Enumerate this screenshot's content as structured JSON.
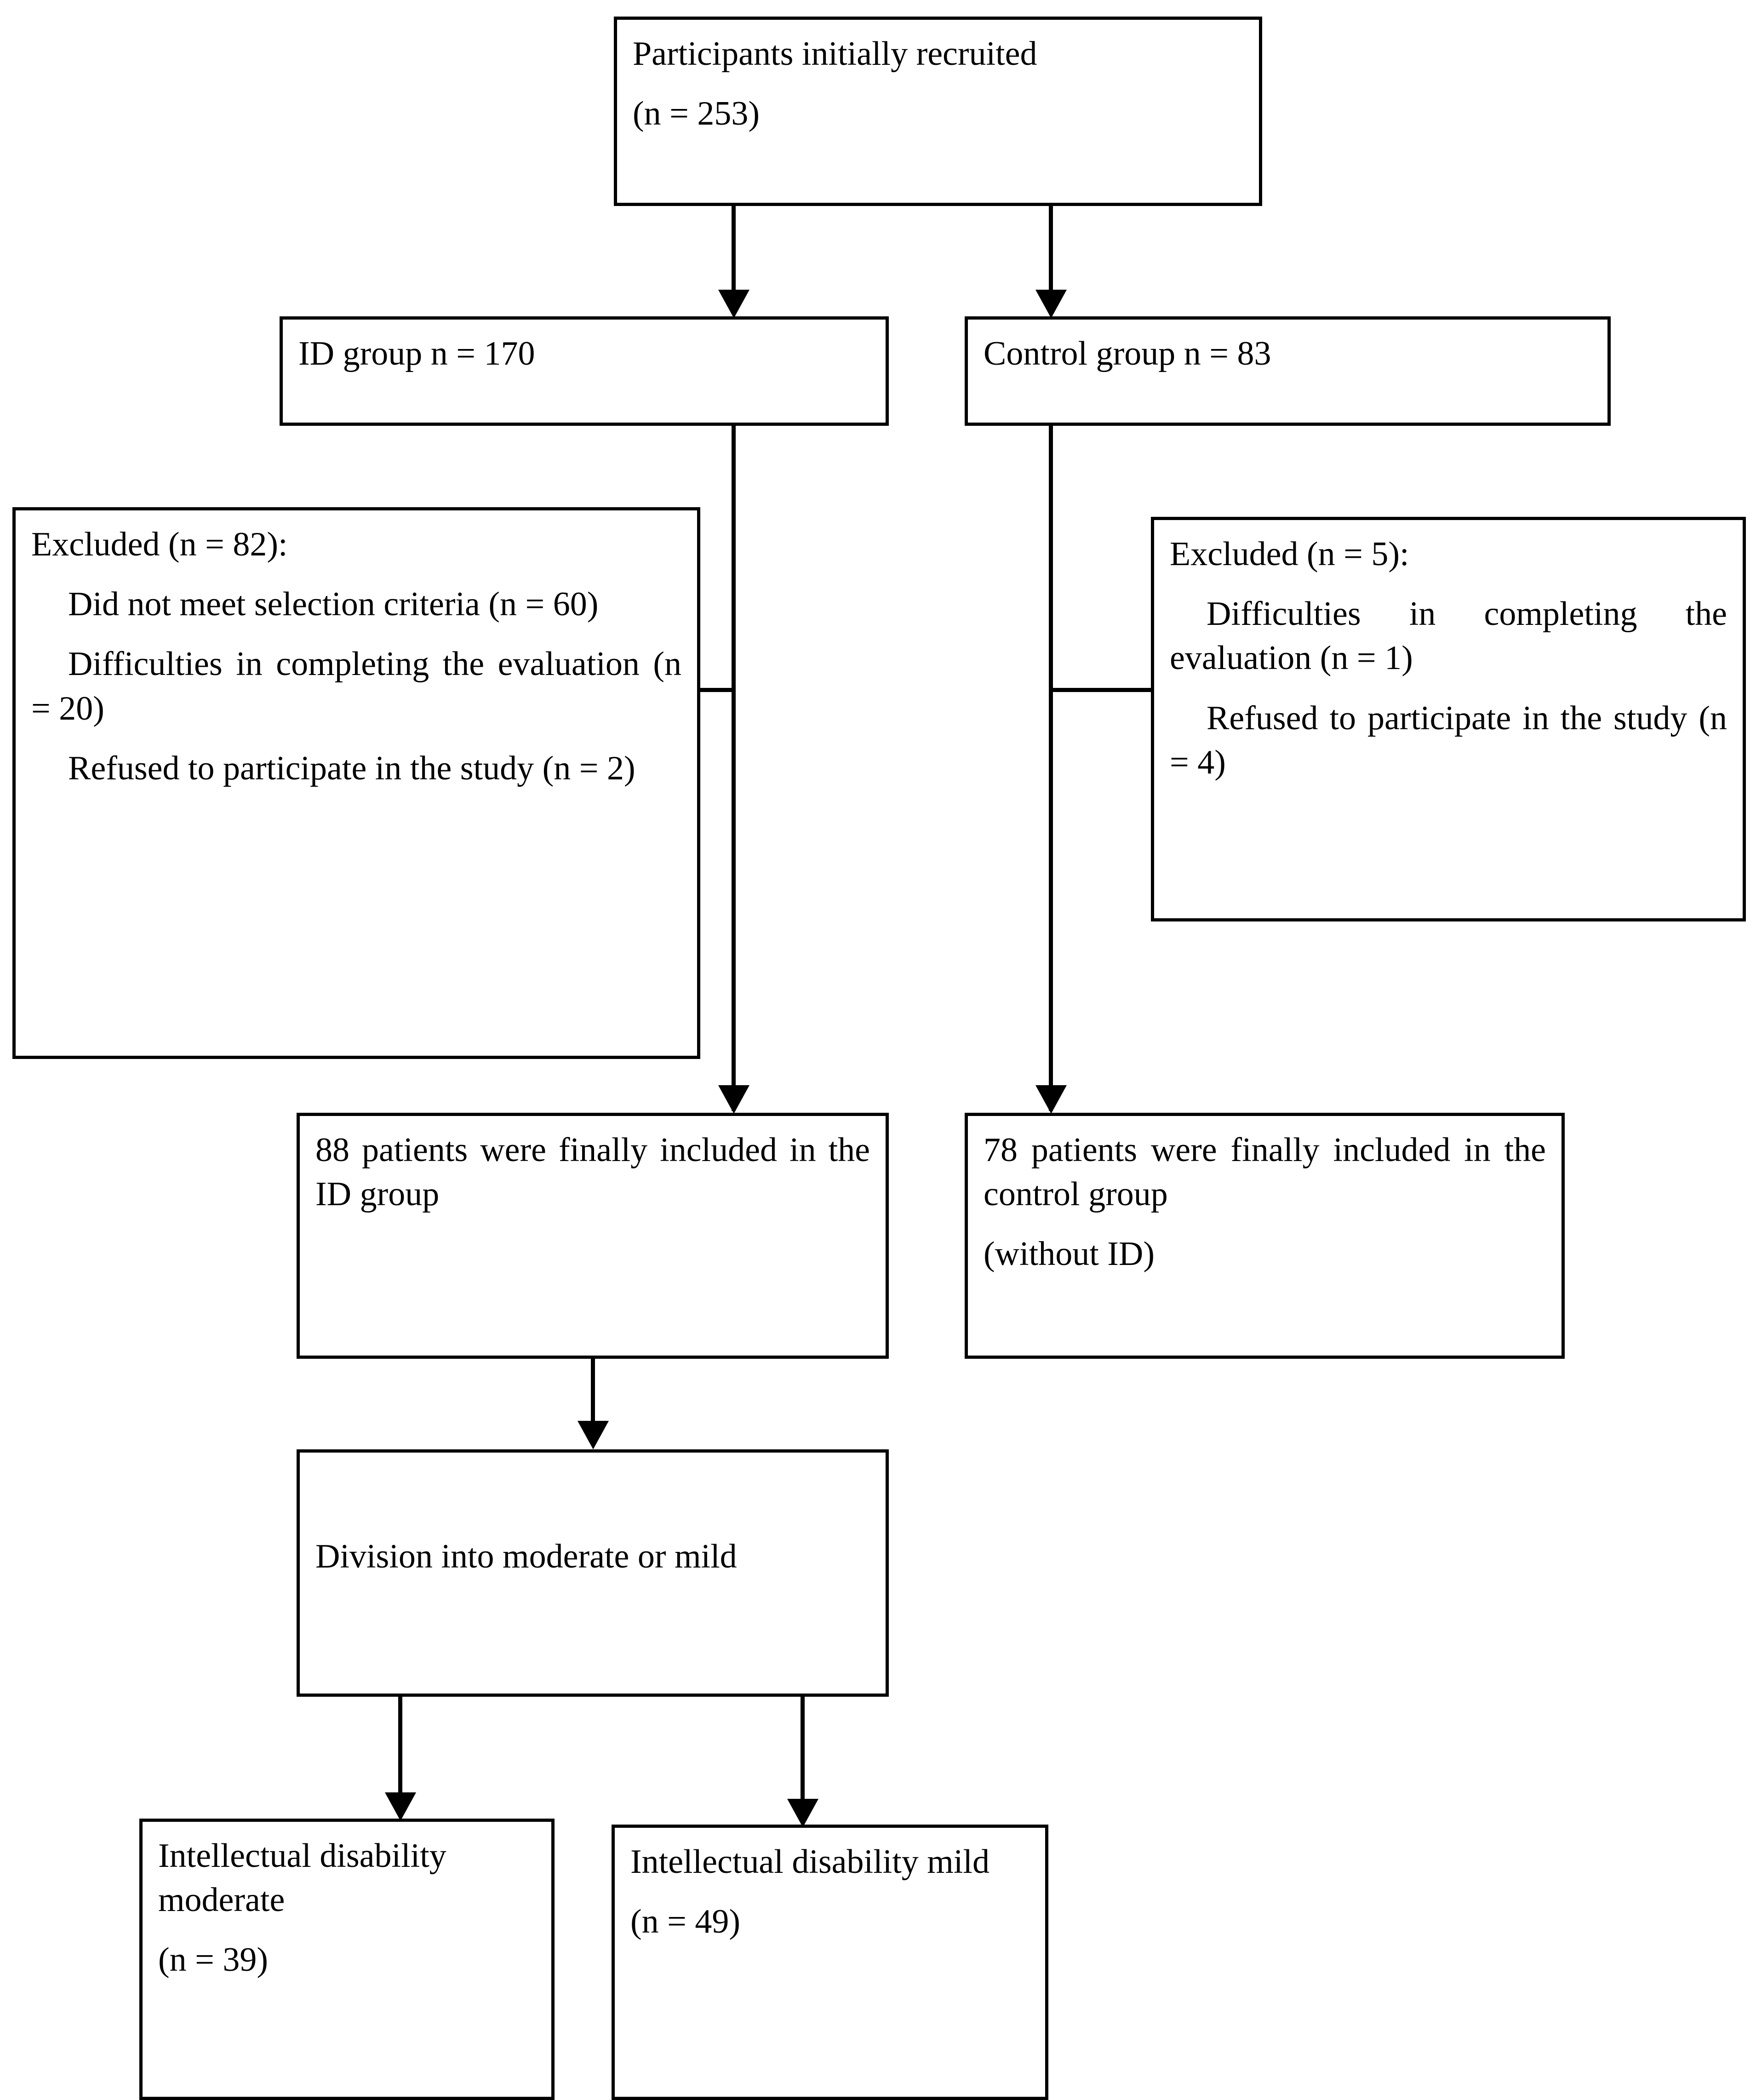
{
  "diagram": {
    "type": "participant-flow-chart",
    "nodes": {
      "recruited": {
        "line1": "Participants initially recruited",
        "line2": "(n = 253)"
      },
      "id_group": {
        "label": "ID group n = 170"
      },
      "control_group": {
        "label": "Control group n = 83"
      },
      "excluded_id": {
        "heading": "Excluded (n = 82):",
        "reasons": [
          "Did not meet selection criteria (n = 60)",
          "Difficulties in completing the evaluation (n = 20)",
          "Refused to participate in the study (n = 2)"
        ]
      },
      "excluded_control": {
        "heading": "Excluded (n = 5):",
        "reasons": [
          "Difficulties in completing the evaluation (n = 1)",
          "Refused to participate in the study (n = 4)"
        ]
      },
      "included_id": {
        "text": "88 patients were finally included in the ID group"
      },
      "included_control": {
        "line1": "78 patients were finally included in the control group",
        "line2": "(without ID)"
      },
      "division": {
        "text": "Division into moderate or mild"
      },
      "id_moderate": {
        "line1": "Intellectual disability moderate",
        "line2": "(n = 39)"
      },
      "id_mild": {
        "line1": "Intellectual disability mild",
        "line2": "(n = 49)"
      }
    },
    "counts": {
      "recruited_total": 253,
      "id_group": 170,
      "control_group": 83,
      "excluded_id_total": 82,
      "excluded_id_selection_criteria": 60,
      "excluded_id_difficulties": 20,
      "excluded_id_refused": 2,
      "excluded_control_total": 5,
      "excluded_control_difficulties": 1,
      "excluded_control_refused": 4,
      "included_id": 88,
      "included_control": 78,
      "id_moderate": 39,
      "id_mild": 49
    },
    "colors": {
      "stroke": "#000000",
      "background": "#ffffff",
      "text": "#000000"
    }
  }
}
